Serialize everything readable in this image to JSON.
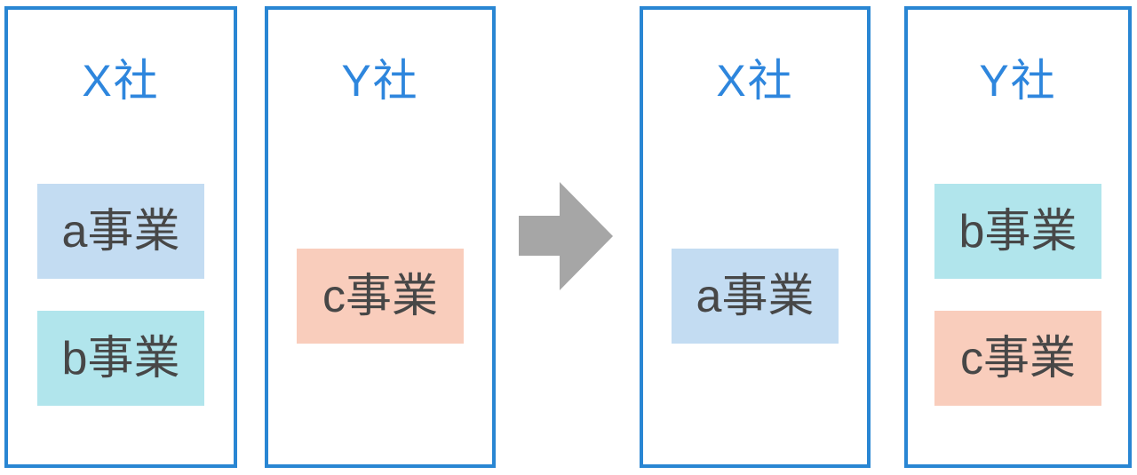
{
  "theme": {
    "panel-border": "#2986d3",
    "title-color": "#2e86dd",
    "label-color": "#474747",
    "arrow-color": "#a6a6a6"
  },
  "before": {
    "companies": [
      {
        "name": "X社",
        "businesses": [
          {
            "label": "a事業",
            "fill": "#c3dcf2"
          },
          {
            "label": "b事業",
            "fill": "#b1e5ec"
          }
        ]
      },
      {
        "name": "Y社",
        "businesses": [
          {
            "label": "c事業",
            "fill": "#f9cdbc"
          }
        ]
      }
    ]
  },
  "arrow": {
    "direction": "right",
    "color": "#a6a6a6"
  },
  "after": {
    "companies": [
      {
        "name": "X社",
        "businesses": [
          {
            "label": "a事業",
            "fill": "#c3dcf2"
          }
        ]
      },
      {
        "name": "Y社",
        "businesses": [
          {
            "label": "b事業",
            "fill": "#b1e5ec"
          },
          {
            "label": "c事業",
            "fill": "#f9cdbc"
          }
        ]
      }
    ]
  }
}
